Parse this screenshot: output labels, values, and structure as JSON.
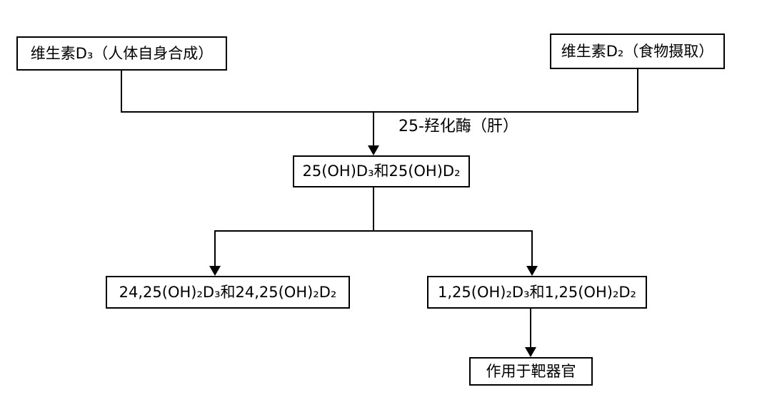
{
  "diagram": {
    "nodes": {
      "vitamin_d3": {
        "label": "维生素D₃（人体自身合成）"
      },
      "vitamin_d2": {
        "label": "维生素D₂（食物摄取）"
      },
      "oh25": {
        "label": "25(OH)D₃和25(OH)D₂"
      },
      "oh2425": {
        "label": "24,25(OH)₂D₃和24,25(OH)₂D₂"
      },
      "oh125": {
        "label": "1,25(OH)₂D₃和1,25(OH)₂D₂"
      },
      "target": {
        "label": "作用于靶器官"
      }
    },
    "edge_label": "25-羟化酶（肝）",
    "colors": {
      "line": "#000000",
      "text": "#000000",
      "box_background": "#ffffff",
      "page_background": "#ffffff"
    }
  }
}
